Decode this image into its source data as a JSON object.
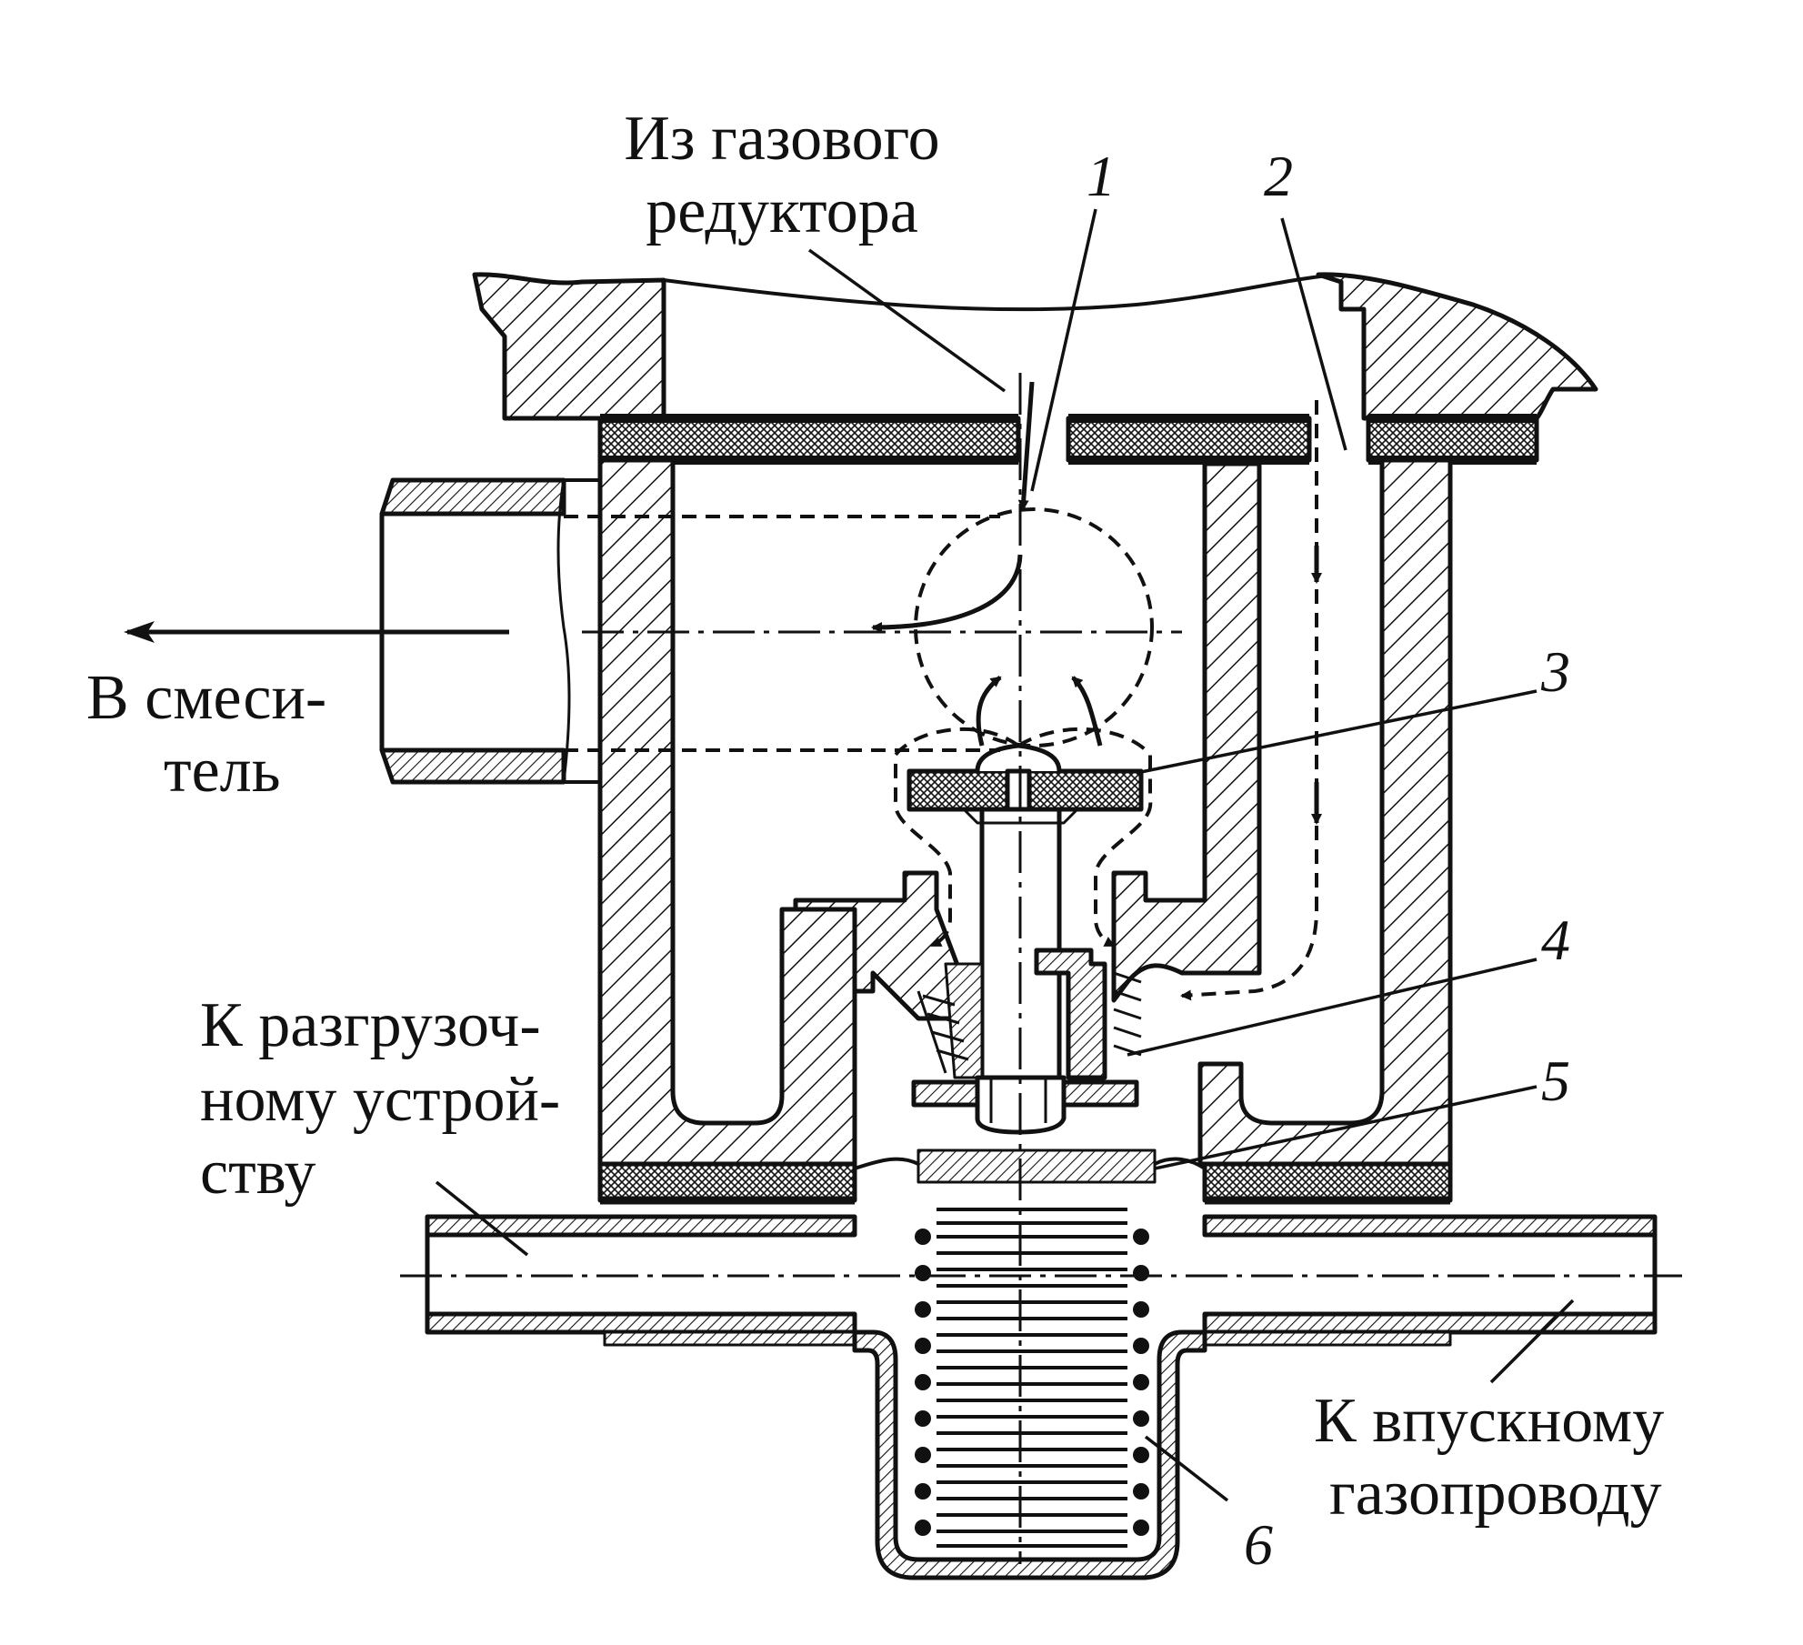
{
  "labels": {
    "inlet_line1": "Из газового",
    "inlet_line2": "редуктора",
    "mixer_line1": "В смеси-",
    "mixer_line2": "тель",
    "unload_line1": "К разгрузоч-",
    "unload_line2": "ному устрой-",
    "unload_line3": "ству",
    "intake_line1": "К впускному",
    "intake_line2": "газопроводу"
  },
  "callouts": [
    "1",
    "2",
    "3",
    "4",
    "5",
    "6"
  ],
  "colors": {
    "ink": "#111111",
    "paper": "#ffffff"
  }
}
